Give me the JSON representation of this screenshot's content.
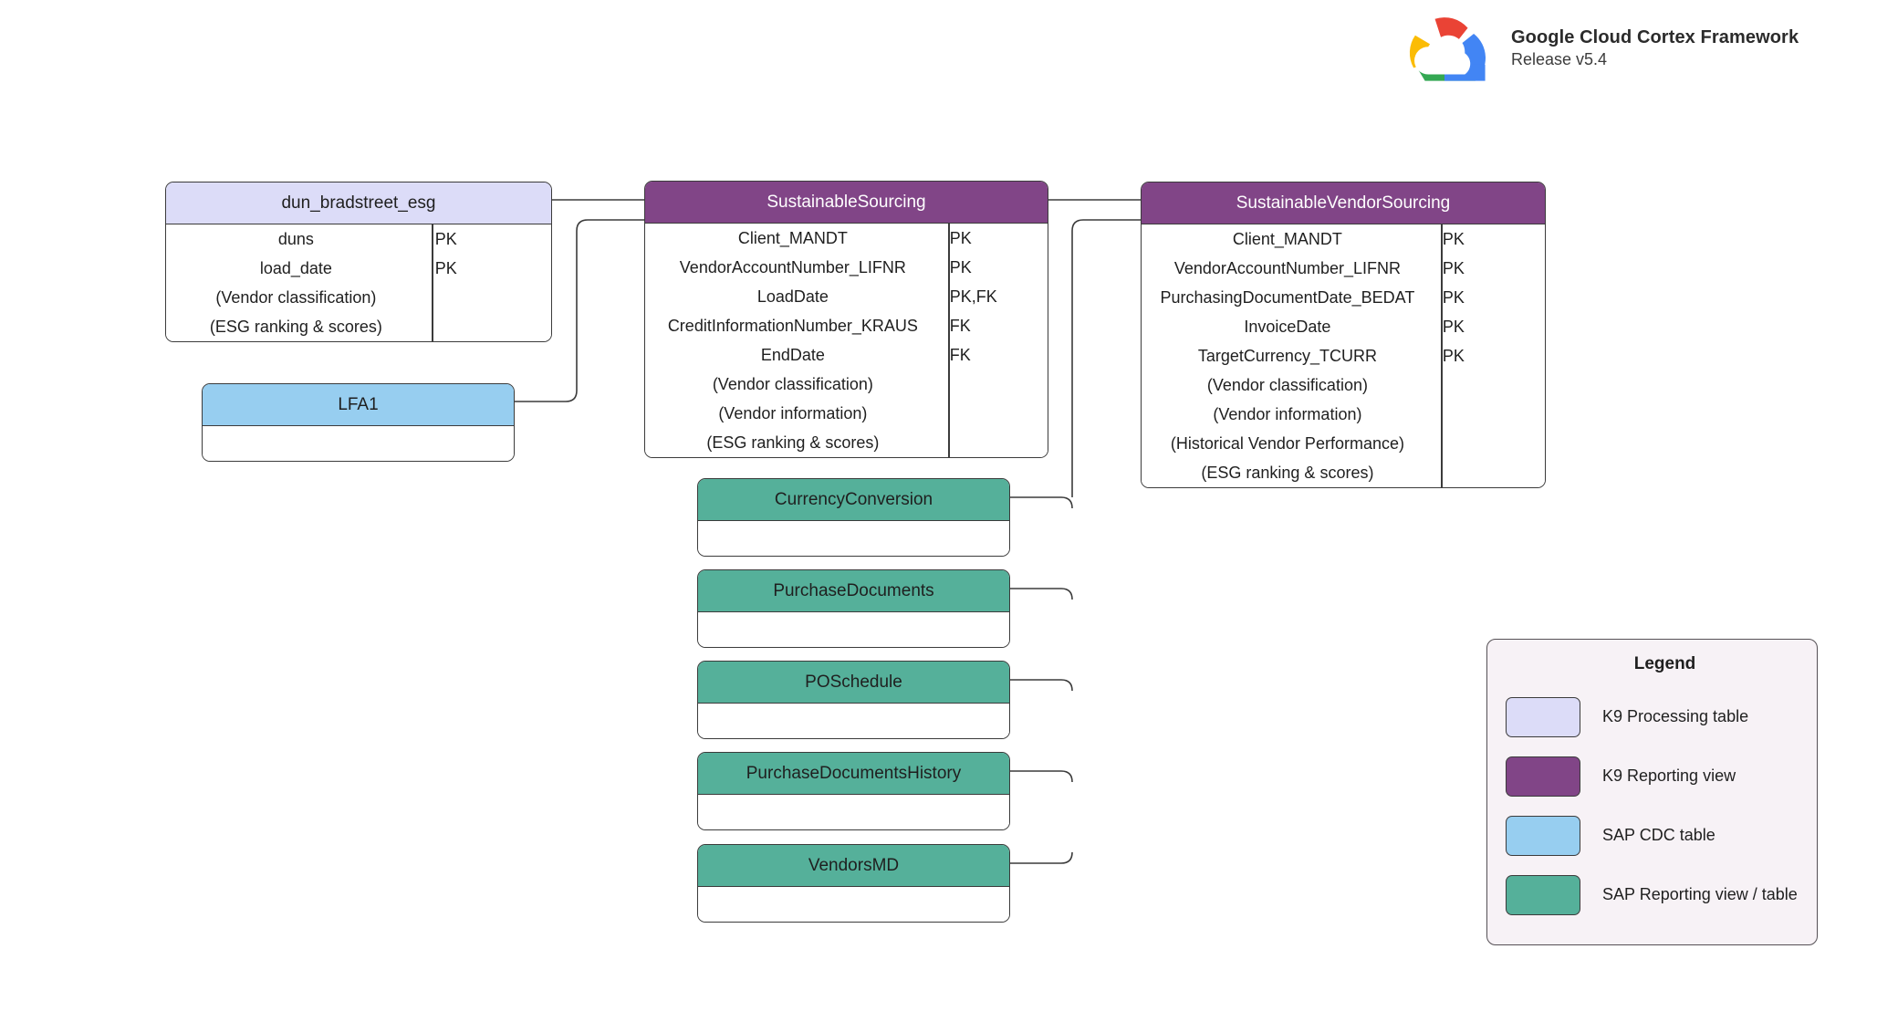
{
  "brand": {
    "logo_icon": "google-cloud-logo",
    "title": "Google Cloud Cortex Framework",
    "release": "Release v5.4"
  },
  "entities": {
    "dun_bradstreet_esg": {
      "name": "dun_bradstreet_esg",
      "type": "K9 Processing table",
      "attributes": [
        {
          "name": "duns",
          "key": "PK"
        },
        {
          "name": "load_date",
          "key": "PK"
        },
        {
          "name": "(Vendor classification)",
          "key": ""
        },
        {
          "name": "(ESG ranking & scores)",
          "key": ""
        }
      ]
    },
    "lfa1": {
      "name": "LFA1",
      "type": "SAP CDC table",
      "attributes": []
    },
    "sustainablesourcing": {
      "name": "SustainableSourcing",
      "type": "K9 Reporting view",
      "attributes": [
        {
          "name": "Client_MANDT",
          "key": "PK"
        },
        {
          "name": "VendorAccountNumber_LIFNR",
          "key": "PK"
        },
        {
          "name": "LoadDate",
          "key": "PK,FK"
        },
        {
          "name": "CreditInformationNumber_KRAUS",
          "key": "FK"
        },
        {
          "name": "EndDate",
          "key": "FK"
        },
        {
          "name": "(Vendor classification)",
          "key": ""
        },
        {
          "name": "(Vendor information)",
          "key": ""
        },
        {
          "name": "(ESG ranking & scores)",
          "key": ""
        }
      ]
    },
    "sustainablevendorsourcing": {
      "name": "SustainableVendorSourcing",
      "type": "K9 Reporting view",
      "attributes": [
        {
          "name": "Client_MANDT",
          "key": "PK"
        },
        {
          "name": "VendorAccountNumber_LIFNR",
          "key": "PK"
        },
        {
          "name": "PurchasingDocumentDate_BEDAT",
          "key": "PK"
        },
        {
          "name": "InvoiceDate",
          "key": "PK"
        },
        {
          "name": "TargetCurrency_TCURR",
          "key": "PK"
        },
        {
          "name": "(Vendor classification)",
          "key": ""
        },
        {
          "name": "(Vendor information)",
          "key": ""
        },
        {
          "name": "(Historical Vendor Performance)",
          "key": ""
        },
        {
          "name": "(ESG ranking & scores)",
          "key": ""
        }
      ]
    },
    "currencyconversion": {
      "name": "CurrencyConversion",
      "type": "SAP Reporting view / table",
      "attributes": []
    },
    "purchasedocuments": {
      "name": "PurchaseDocuments",
      "type": "SAP Reporting view / table",
      "attributes": []
    },
    "poschedule": {
      "name": "POSchedule",
      "type": "SAP Reporting view / table",
      "attributes": []
    },
    "purchasedocumentshistory": {
      "name": "PurchaseDocumentsHistory",
      "type": "SAP Reporting view / table",
      "attributes": []
    },
    "vendorsmd": {
      "name": "VendorsMD",
      "type": "SAP Reporting view / table",
      "attributes": []
    }
  },
  "legend": {
    "title": "Legend",
    "items": [
      {
        "label": "K9 Processing table",
        "color": "#dcdcf8"
      },
      {
        "label": "K9 Reporting view",
        "color": "#814587"
      },
      {
        "label": "SAP CDC table",
        "color": "#97cef0"
      },
      {
        "label": "SAP Reporting view / table",
        "color": "#55b09a"
      }
    ]
  },
  "colors": {
    "k9_processing": "#dcdcf8",
    "k9_reporting": "#814587",
    "sap_cdc": "#97cef0",
    "sap_reporting": "#55b09a",
    "connector": "#3b3b3b",
    "legend_background": "#f7f2f6"
  }
}
